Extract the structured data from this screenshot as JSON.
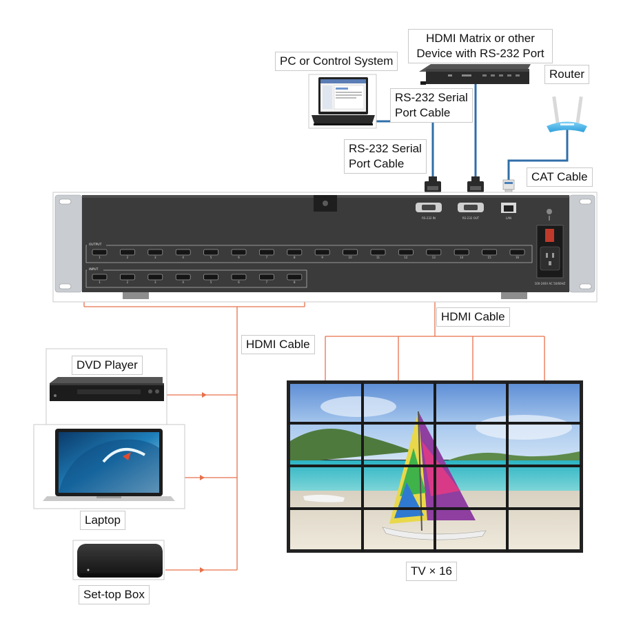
{
  "labels": {
    "pc": "PC or Control System",
    "matrix_line1": "HDMI Matrix or other",
    "matrix_line2": "Device with RS-232 Port",
    "router": "Router",
    "rs232_top_line1": "RS-232 Serial",
    "rs232_top_line2": "Port Cable",
    "rs232_left_line1": "RS-232 Serial",
    "rs232_left_line2": "Port Cable",
    "cat": "CAT Cable",
    "hdmi_out": "HDMI Cable",
    "hdmi_in": "HDMI Cable",
    "dvd": "DVD Player",
    "laptop": "Laptop",
    "settop": "Set-top Box",
    "tv": "TV × 16"
  },
  "device_panel": {
    "output_label": "OUTPUT",
    "input_label": "INPUT",
    "output_ports": [
      "1",
      "2",
      "3",
      "4",
      "5",
      "6",
      "7",
      "8",
      "9",
      "10",
      "11",
      "12",
      "13",
      "14",
      "15",
      "16"
    ],
    "input_ports": [
      "1",
      "2",
      "3",
      "4",
      "5",
      "6",
      "7",
      "8"
    ],
    "rs232_in_label": "RS-232 IN",
    "rs232_out_label": "RS-232 OUT",
    "lan_label": "LAN",
    "power_label": "100-240V AC 50/60HZ"
  },
  "colors": {
    "hdmi_line": "#e8704a",
    "serial_line": "#2f6ea8",
    "panel_dark": "#3a3a3a",
    "chassis": "#c9cdd2"
  }
}
